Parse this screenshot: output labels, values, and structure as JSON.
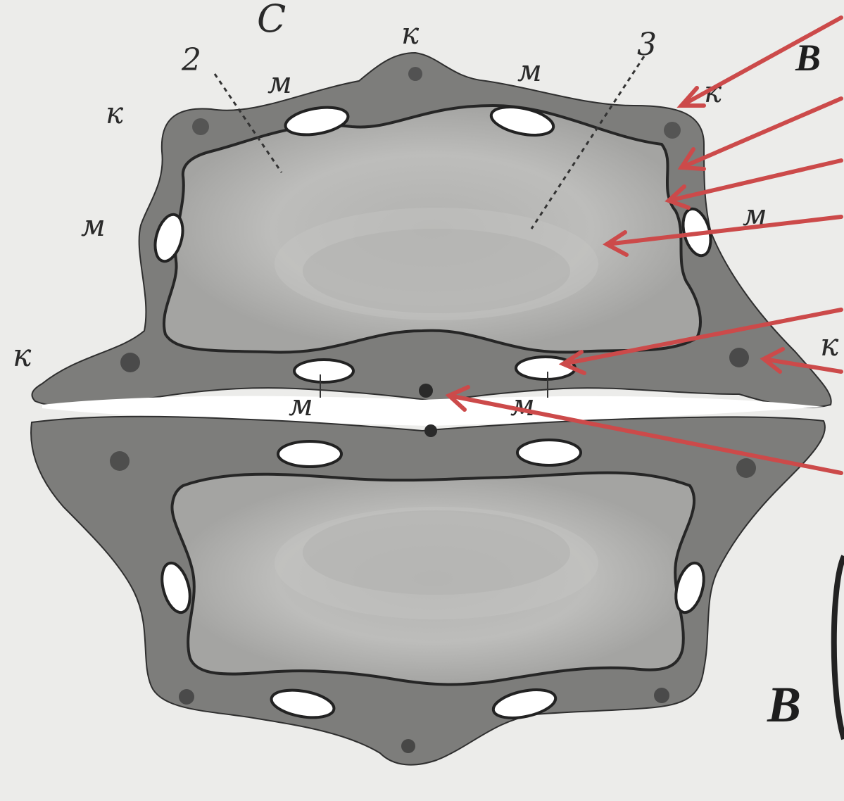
{
  "figure": {
    "panel_letter": "B",
    "top_letter": "C",
    "edge_letter_partial": "B",
    "label_k": "к",
    "label_m": "м",
    "label_2": "2",
    "label_3": "3"
  },
  "colors": {
    "paper": "#ececea",
    "wall": "#7d7d7b",
    "cell": "#a9a9a7",
    "inner_glow": "#c4c4c2",
    "outline": "#2b2b2b",
    "channel": "#ffffff",
    "arrow": "#cc4a4a"
  }
}
